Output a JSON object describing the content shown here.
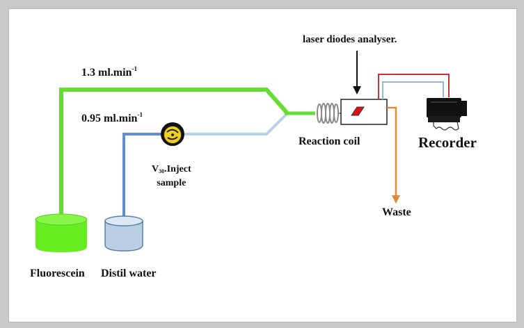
{
  "labels": {
    "analyser": "laser diodes analyser.",
    "reaction_coil": "Reaction coil",
    "recorder": "Recorder",
    "waste": "Waste",
    "fluorescein": "Fluorescein",
    "distil_water": "Distil water",
    "flow_rate_1": {
      "value": "1.3 ml.min",
      "exp": "-1"
    },
    "flow_rate_2": {
      "value": "0.95 ml.min",
      "exp": "-1"
    },
    "inject": {
      "v": "V",
      "sub": "30",
      "text": ".Inject",
      "line2": "sample"
    }
  },
  "colors": {
    "fluorescein_line": "#66dd33",
    "water_line": "#5f8fd0",
    "sample_line": "#b9d2ea",
    "waste_line": "#dd8a3a",
    "recorder_red": "#c0353a",
    "recorder_blue": "#8fb8dc",
    "valve_yellow": "#f0cf20",
    "analyser_led": "#dd1111"
  }
}
